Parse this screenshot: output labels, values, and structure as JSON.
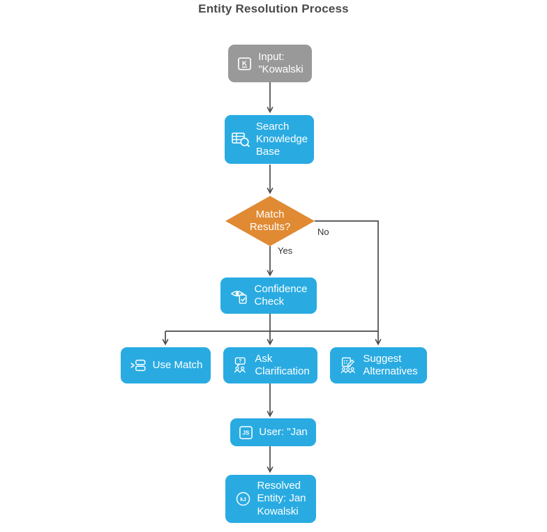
{
  "title": "Entity Resolution Process",
  "colors": {
    "node_blue": "#29abe2",
    "node_gray": "#999999",
    "diamond_orange": "#e08a33",
    "line": "#4a4a4a",
    "title_text": "#4a4a4a",
    "node_text": "#ffffff",
    "edge_label_text": "#333333"
  },
  "nodes": {
    "input": {
      "label": "Input:\n\"Kowalski",
      "icon": "keyboard-key-k-icon"
    },
    "search": {
      "label": "Search\nKnowledge\nBase",
      "icon": "table-search-icon"
    },
    "decision": {
      "label": "Match\nResults?"
    },
    "confidence": {
      "label": "Confidence\nCheck",
      "icon": "eye-check-icon"
    },
    "use_match": {
      "label": "Use Match",
      "icon": "list-select-icon"
    },
    "ask_clarification": {
      "label": "Ask\nClarification",
      "icon": "people-question-icon"
    },
    "suggest_alternatives": {
      "label": "Suggest\nAlternatives",
      "icon": "document-edit-people-icon"
    },
    "user_reply": {
      "label": "User: \"Jan",
      "icon": "js-key-icon"
    },
    "resolved": {
      "label": "Resolved\nEntity: Jan\nKowalski",
      "icon": "kj-circle-icon"
    }
  },
  "edge_labels": {
    "yes": "Yes",
    "no": "No"
  },
  "icon_text": {
    "input_key": "K",
    "user_key": "JS",
    "resolved_key": "kJ",
    "question_mark": "?"
  }
}
